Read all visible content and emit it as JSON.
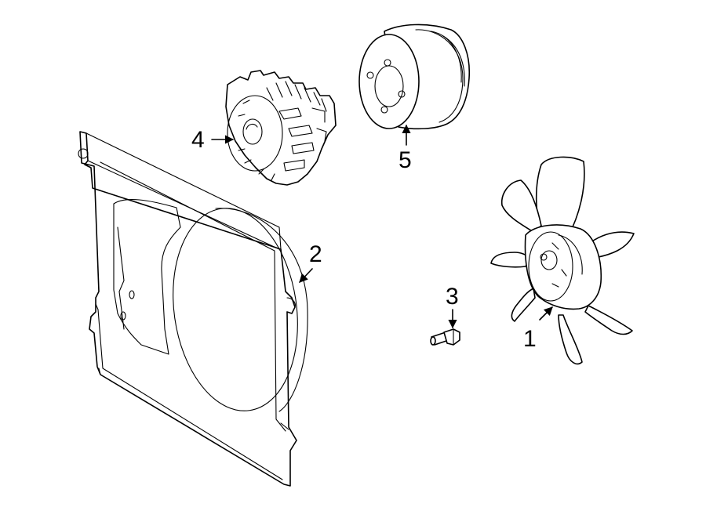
{
  "diagram": {
    "callouts": [
      {
        "id": "1",
        "label": "1"
      },
      {
        "id": "2",
        "label": "2"
      },
      {
        "id": "3",
        "label": "3"
      },
      {
        "id": "4",
        "label": "4"
      },
      {
        "id": "5",
        "label": "5"
      }
    ]
  },
  "colors": {
    "ink": "#000000",
    "background": "#ffffff"
  }
}
